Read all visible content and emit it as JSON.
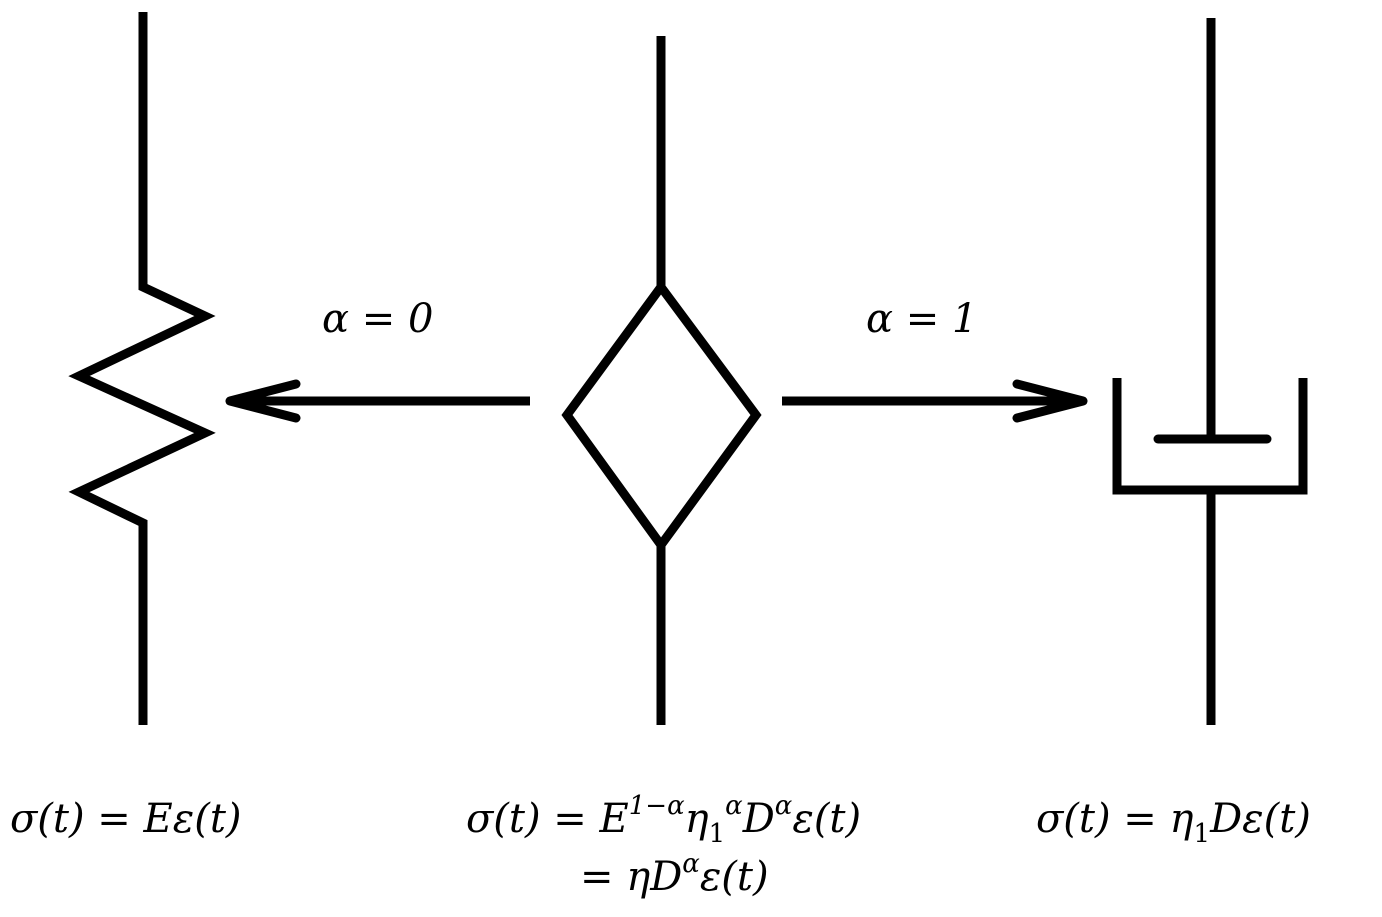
{
  "arrows": {
    "left_label": "α = 0",
    "right_label": "α = 1"
  },
  "equations": {
    "spring": {
      "sigma_t": "σ(t)",
      "eq": " = ",
      "rhs": "Eε(t)"
    },
    "springpot": {
      "line1_lhs": "σ(t)",
      "line1_eq": " = ",
      "line1_E": "E",
      "line1_E_exp": "1−α",
      "line1_eta": "η",
      "line1_eta_sub": "1",
      "line1_eta_exp": "α",
      "line1_D": "D",
      "line1_D_exp": "α",
      "line1_tail": "ε(t)",
      "line2_eq": "= ",
      "line2_eta": "η",
      "line2_D": "D",
      "line2_D_exp": "α",
      "line2_tail": "ε(t)"
    },
    "dashpot": {
      "lhs": "σ(t)",
      "eq": " = ",
      "eta": "η",
      "eta_sub": "1",
      "tail": "Dε(t)"
    }
  }
}
